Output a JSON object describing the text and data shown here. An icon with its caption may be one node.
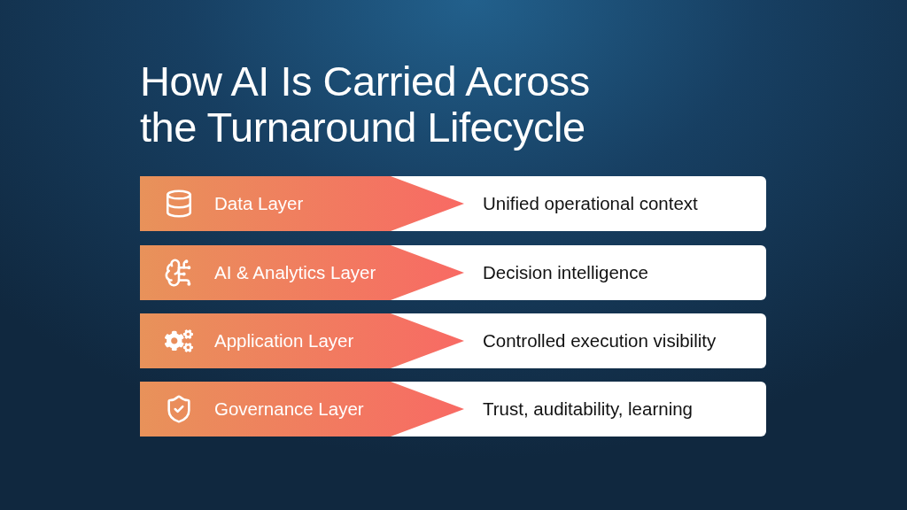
{
  "diagram": {
    "title": "How AI Is Carried Across the Turnaround Lifecycle",
    "nodes": [
      {
        "text": [
          "Data Layer"
        ],
        "in": 1
      },
      {
        "text": [
          "Unified operational context"
        ]
      },
      {
        "text": [
          "AI & Analytics Layer"
        ],
        "in": 3
      },
      {
        "text": [
          "Decision intelligence"
        ]
      },
      {
        "text": [
          "Application Layer"
        ],
        "in": 5
      },
      {
        "text": [
          "Controlled execution visibility"
        ]
      },
      {
        "text": [
          "Governance Layer"
        ],
        "in": 7
      },
      {
        "text": [
          "Trust, auditability, learning"
        ]
      }
    ],
    "edges": []
  }
}
